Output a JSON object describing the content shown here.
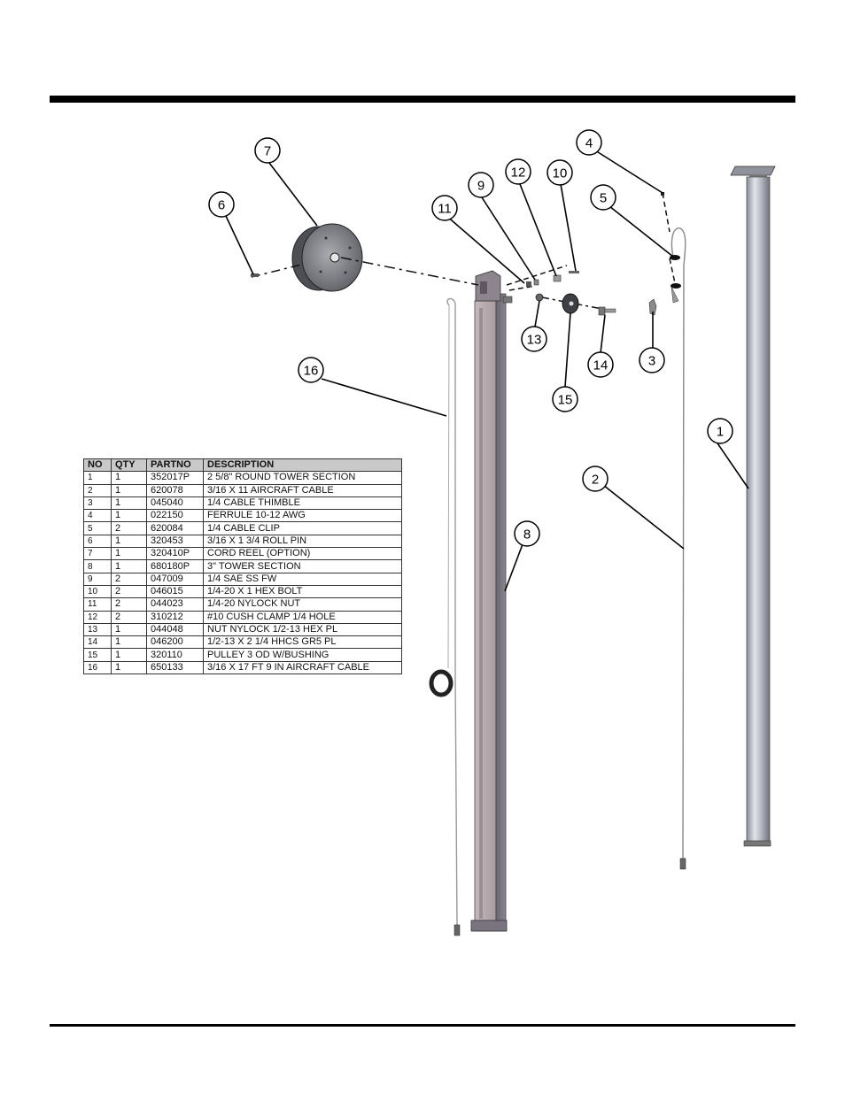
{
  "table": {
    "headers": [
      "NO",
      "QTY",
      "PARTNO",
      "DESCRIPTION"
    ],
    "rows": [
      {
        "no": "1",
        "qty": "1",
        "partno": "352017P",
        "description": "2 5/8\" ROUND TOWER SECTION"
      },
      {
        "no": "2",
        "qty": "1",
        "partno": "620078",
        "description": "3/16 X 11 AIRCRAFT CABLE"
      },
      {
        "no": "3",
        "qty": "1",
        "partno": "045040",
        "description": "1/4 CABLE THIMBLE"
      },
      {
        "no": "4",
        "qty": "1",
        "partno": "022150",
        "description": "FERRULE 10-12 AWG"
      },
      {
        "no": "5",
        "qty": "2",
        "partno": "620084",
        "description": "1/4 CABLE CLIP"
      },
      {
        "no": "6",
        "qty": "1",
        "partno": "320453",
        "description": "3/16 X 1 3/4 ROLL PIN"
      },
      {
        "no": "7",
        "qty": "1",
        "partno": "320410P",
        "description": "CORD REEL (OPTION)"
      },
      {
        "no": "8",
        "qty": "1",
        "partno": "680180P",
        "description": "3\" TOWER SECTION"
      },
      {
        "no": "9",
        "qty": "2",
        "partno": "047009",
        "description": "1/4 SAE SS FW"
      },
      {
        "no": "10",
        "qty": "2",
        "partno": "046015",
        "description": "1/4-20 X 1 HEX BOLT"
      },
      {
        "no": "11",
        "qty": "2",
        "partno": "044023",
        "description": "1/4-20 NYLOCK NUT"
      },
      {
        "no": "12",
        "qty": "2",
        "partno": "310212",
        "description": "#10 CUSH CLAMP 1/4 HOLE"
      },
      {
        "no": "13",
        "qty": "1",
        "partno": "044048",
        "description": "NUT NYLOCK 1/2-13 HEX PL"
      },
      {
        "no": "14",
        "qty": "1",
        "partno": "046200",
        "description": "1/2-13 X 2 1/4 HHCS GR5 PL"
      },
      {
        "no": "15",
        "qty": "1",
        "partno": "320110",
        "description": "PULLEY 3 OD W/BUSHING"
      },
      {
        "no": "16",
        "qty": "1",
        "partno": "650133",
        "description": "3/16 X 17 FT 9 IN AIRCRAFT CABLE"
      }
    ]
  },
  "callouts": [
    "1",
    "2",
    "3",
    "4",
    "5",
    "6",
    "7",
    "8",
    "9",
    "10",
    "11",
    "12",
    "13",
    "14",
    "15",
    "16"
  ]
}
